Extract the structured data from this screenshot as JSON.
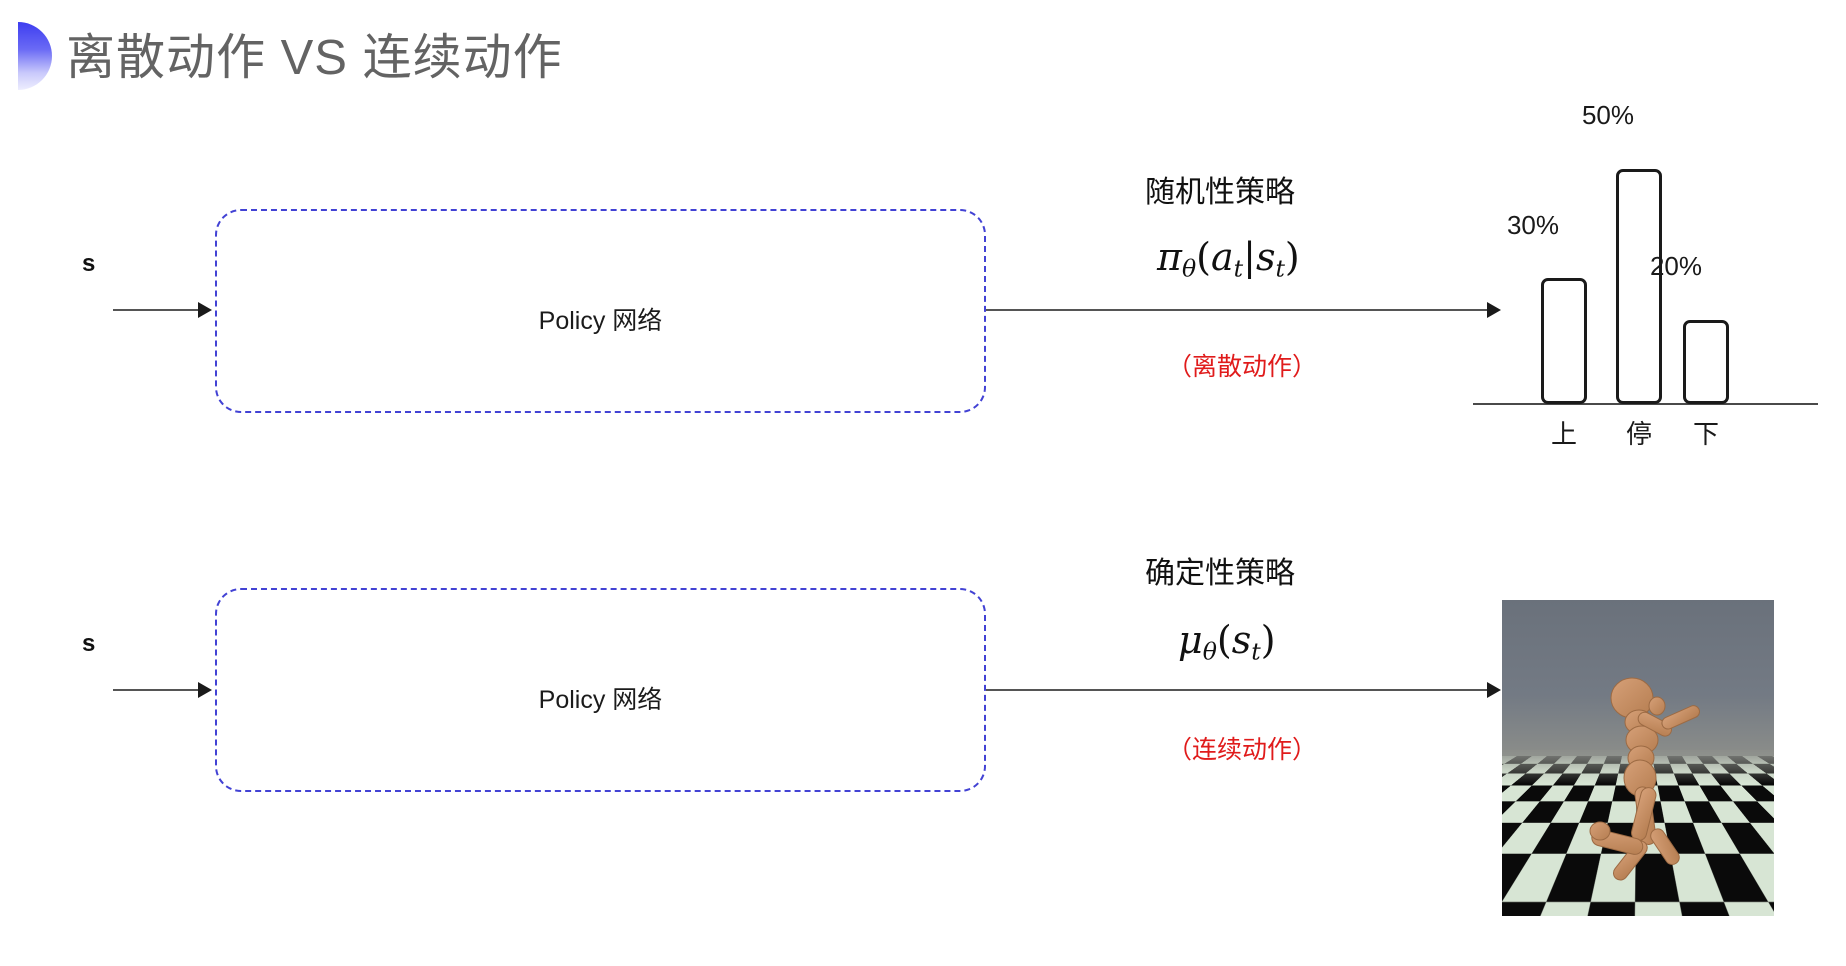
{
  "slide": {
    "title": "离散动作 VS 连续动作",
    "accent_color_top": "#3d3df0",
    "accent_color_bottom": "#eeeefe",
    "background": "#ffffff"
  },
  "rows": [
    {
      "id": "discrete",
      "input_label": "s",
      "box_label": "Policy 网络",
      "box_border_color": "#4242d4",
      "policy_name": "随机性策略",
      "formula_plain": "πθ(at|st)",
      "formula_parts": {
        "symbol": "π",
        "subscript": "θ",
        "open": "(",
        "arg1": "a",
        "arg1_sub": "t",
        "bar": "|",
        "arg2": "s",
        "arg2_sub": "t",
        "close": ")"
      },
      "action_note": "（离散动作）",
      "action_note_color": "#e01b1b"
    },
    {
      "id": "continuous",
      "input_label": "s",
      "box_label": "Policy 网络",
      "box_border_color": "#4242d4",
      "policy_name": "确定性策略",
      "formula_plain": "μθ(st)",
      "formula_parts": {
        "symbol": "μ",
        "subscript": "θ",
        "open": "(",
        "arg1": "s",
        "arg1_sub": "t",
        "close": ")"
      },
      "action_note": "（连续动作）",
      "action_note_color": "#e01b1b"
    }
  ],
  "chart_data": {
    "type": "bar",
    "title": "",
    "categories": [
      "上",
      "停",
      "下"
    ],
    "values": [
      30,
      50,
      20
    ],
    "value_labels": [
      "30%",
      "50%",
      "20%"
    ],
    "xlabel": "",
    "ylabel": "",
    "ylim": [
      0,
      55
    ],
    "grid": false,
    "legend": "none",
    "bar_fill": "#ffffff",
    "bar_stroke": "#1a1a1a"
  },
  "sim_image": {
    "name": "mujoco-humanoid-simulation",
    "description": "MuJoCo humanoid on checkerboard floor",
    "sky_color": "#6c727c",
    "floor_colors": [
      "#0a0a0a",
      "#d7e5d4"
    ],
    "body_color": "#c89268"
  }
}
